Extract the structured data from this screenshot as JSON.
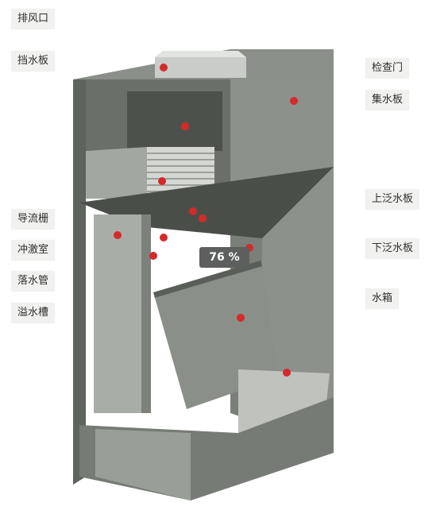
{
  "labels_left": [
    "排风口",
    "挡水板",
    "导流栅",
    "冲激室",
    "落水管",
    "溢水槽"
  ],
  "labels_right": [
    "检查门",
    "集水板",
    "上泛水板",
    "下泛水板",
    "水箱"
  ],
  "progress": {
    "text": "76 %",
    "value": 0.76
  },
  "hotspot_count": 12,
  "colors": {
    "hotspot": "#d42a2a",
    "body": "#6d726c",
    "label_bg": "#f1f1ef",
    "badge_bg": "#5c5f5d"
  }
}
